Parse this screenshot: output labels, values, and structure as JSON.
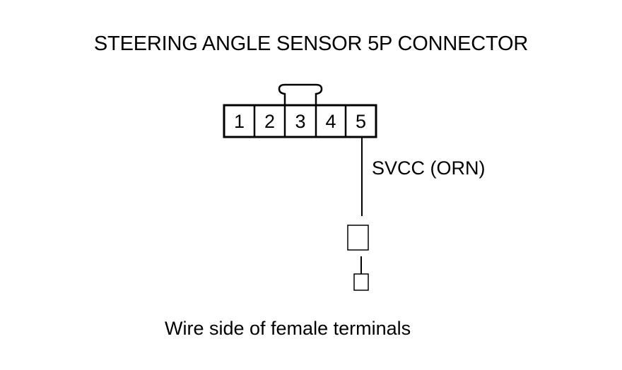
{
  "diagram": {
    "title": "STEERING ANGLE SENSOR 5P CONNECTOR",
    "connector": {
      "pins": [
        "1",
        "2",
        "3",
        "4",
        "5"
      ]
    },
    "wire": {
      "pin": "5",
      "label": "SVCC (ORN)"
    },
    "caption": "Wire side of female terminals",
    "colors": {
      "line": "#000000",
      "background": "#ffffff"
    }
  }
}
